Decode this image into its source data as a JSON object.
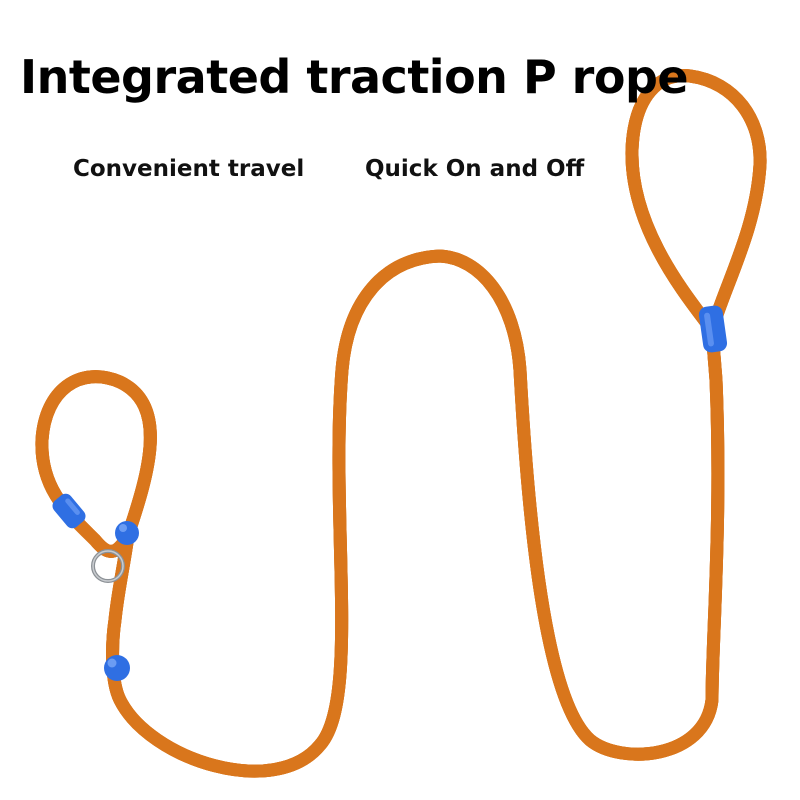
{
  "headline": "Integrated traction P rope",
  "features": [
    "Convenient travel",
    "Quick On and Off"
  ],
  "product": {
    "icon": "leash-rope-icon",
    "rope_color": "#f0952e",
    "rope_shadow_color": "#d9761c",
    "stopper_color": "#2f6fe3",
    "ring_color": "#9ea3a8"
  }
}
